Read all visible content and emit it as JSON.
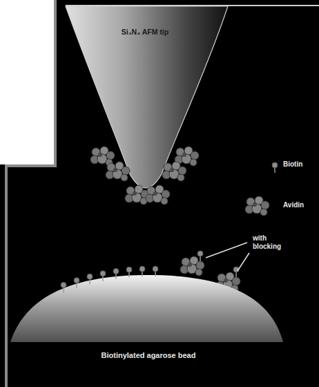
{
  "diagram": {
    "nodes": [
      {
        "text": [
          "Si₃N₄ AFM tip"
        ]
      },
      {
        "text": [
          "Biotinylated agarose bead"
        ]
      }
    ],
    "labels": [
      "with blocking"
    ],
    "legend": [
      {
        "text": "Biotin"
      },
      {
        "text": "Avidin"
      }
    ]
  }
}
